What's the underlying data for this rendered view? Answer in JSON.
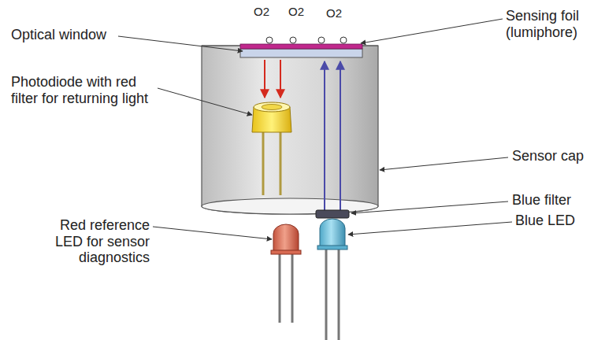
{
  "diagram": {
    "labels": [
      "O2",
      "O2",
      "O2",
      "Optical window",
      "Sensing foil (lumiphore)",
      "Photodiode with red filter for returning light",
      "Sensor cap",
      "Blue filter",
      "Blue LED",
      "Red reference LED for sensor diagnostics"
    ]
  }
}
